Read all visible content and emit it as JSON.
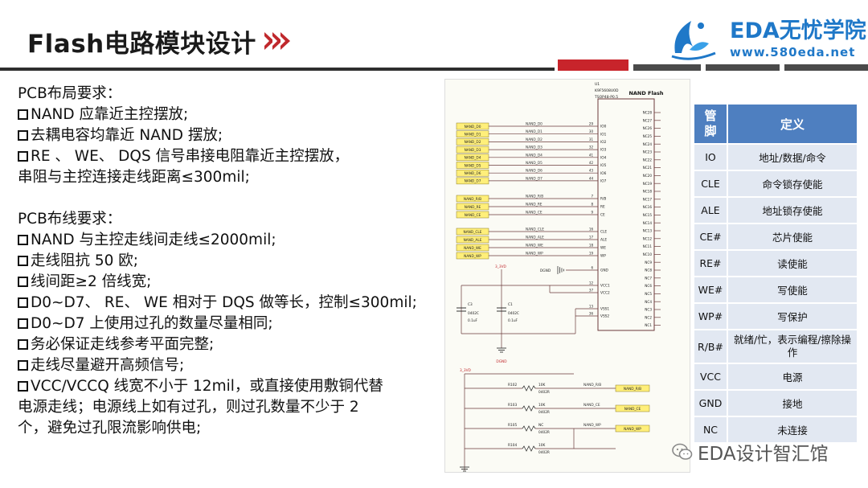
{
  "header": {
    "title": "Flash电路模块设计",
    "logo_name": "EDA无忧学院",
    "logo_url": "www.580eda.net"
  },
  "layout_requirements": {
    "heading": "PCB布局要求：",
    "items": [
      "NAND 应靠近主控摆放;",
      "去耦电容均靠近 NAND 摆放;",
      "RE 、 WE、 DQS 信号串接电阻靠近主控摆放，"
    ],
    "continuation": "串阻与主控连接走线距离≤300mil;"
  },
  "routing_requirements": {
    "heading": "PCB布线要求：",
    "items": [
      "NAND 与主控走线间走线≤2000mil;",
      "走线阻抗 50 欧;",
      "线间距≥2 倍线宽;",
      "D0~D7、 RE、 WE 相对于 DQS 做等长，控制≤300mil;",
      "D0~D7 上使用过孔的数量尽量相同;",
      "务必保证走线参考平面完整;",
      "走线尽量避开高频信号;",
      "VCC/VCCQ 线宽不小于 12mil，或直接使用敷铜代替"
    ],
    "continuation": [
      "电源走线；电源线上如有过孔，则过孔数量不少于 2",
      "个，避免过孔限流影响供电;"
    ]
  },
  "schematic": {
    "ref": "U1",
    "part": "K9F5608U0D",
    "package": "TSOP48-P0.5",
    "name": "NAND Flash",
    "data_nets": [
      "NAND_D0",
      "NAND_D1",
      "NAND_D2",
      "NAND_D3",
      "NAND_D4",
      "NAND_D5",
      "NAND_D6",
      "NAND_D7"
    ],
    "io_pins": [
      "IO0",
      "IO1",
      "IO2",
      "IO3",
      "IO4",
      "IO5",
      "IO6",
      "IO7"
    ],
    "io_pin_nums": [
      "29",
      "30",
      "31",
      "32",
      "41",
      "42",
      "43",
      "44"
    ],
    "ctrl_nets": [
      "NAND_R/B",
      "NAND_RE",
      "NAND_CE"
    ],
    "ctrl_pins": [
      "R/B",
      "RE",
      "CE"
    ],
    "ctrl_nums": [
      "7",
      "8",
      "9"
    ],
    "ctrl2_nets": [
      "NAND_CLE",
      "NAND_ALE",
      "NAND_WE",
      "NAND_WP"
    ],
    "ctrl2_pins": [
      "CLE",
      "ALE",
      "WE",
      "WP"
    ],
    "ctrl2_nums": [
      "16",
      "17",
      "18",
      "19"
    ],
    "nc_pins": [
      "NC28",
      "NC27",
      "NC26",
      "NC25",
      "NC24",
      "NC23",
      "NC22",
      "NC21",
      "NC20",
      "NC19",
      "NC18",
      "NC17",
      "NC16",
      "NC15",
      "NC14",
      "NC13",
      "NC12",
      "NC11",
      "NC10",
      "NC9",
      "NC8",
      "NC7",
      "NC6",
      "NC5",
      "NC4",
      "NC3",
      "NC2",
      "NC1"
    ],
    "power_labels": {
      "v33": "3_3VD",
      "dgnd": "DGND",
      "gnd_label": "DGND"
    },
    "gnd_pin": "GND",
    "gnd_num": "6",
    "vcc_pins": [
      "VCC1",
      "VCC2"
    ],
    "vcc_nums": [
      "12",
      "37"
    ],
    "vss_pins": [
      "VSS1",
      "VSS2"
    ],
    "vss_nums": [
      "13",
      "36"
    ],
    "caps": [
      {
        "ref": "C3",
        "size": "0402C",
        "value": "0.1uF"
      },
      {
        "ref": "C1",
        "size": "0402C",
        "value": "0.1uF"
      }
    ],
    "resistors": [
      {
        "ref": "R102",
        "value": "10K",
        "size": "0402R",
        "net": "NAND_R/B"
      },
      {
        "ref": "R103",
        "value": "10K",
        "size": "0402R",
        "net": "NAND_CE"
      },
      {
        "ref": "R105",
        "value": "NC",
        "size": "0402R",
        "net": "NAND_WP"
      },
      {
        "ref": "R104",
        "value": "10K",
        "size": "0402R",
        "net": ""
      }
    ],
    "pullup_label": "3_3VD"
  },
  "pin_table": {
    "headers": [
      "管脚",
      "定义"
    ],
    "rows": [
      {
        "pin": "IO",
        "def": "地址/数据/命令"
      },
      {
        "pin": "CLE",
        "def": "命令锁存使能"
      },
      {
        "pin": "ALE",
        "def": "地址锁存使能"
      },
      {
        "pin": "CE#",
        "def": "芯片使能"
      },
      {
        "pin": "RE#",
        "def": "读使能"
      },
      {
        "pin": "WE#",
        "def": "写使能"
      },
      {
        "pin": "WP#",
        "def": "写保护"
      },
      {
        "pin": "R/B#",
        "def": "就绪/忙，表示编程/擦除操作"
      },
      {
        "pin": "VCC",
        "def": "电源"
      },
      {
        "pin": "GND",
        "def": "接地"
      },
      {
        "pin": "NC",
        "def": "未连接"
      }
    ]
  },
  "watermark": "EDA设计智汇馆",
  "colors": {
    "accent_red": "#c8242b",
    "brand_blue": "#1f78c8",
    "table_header": "#4e7fc0",
    "table_cell": "#e2e8f2"
  }
}
